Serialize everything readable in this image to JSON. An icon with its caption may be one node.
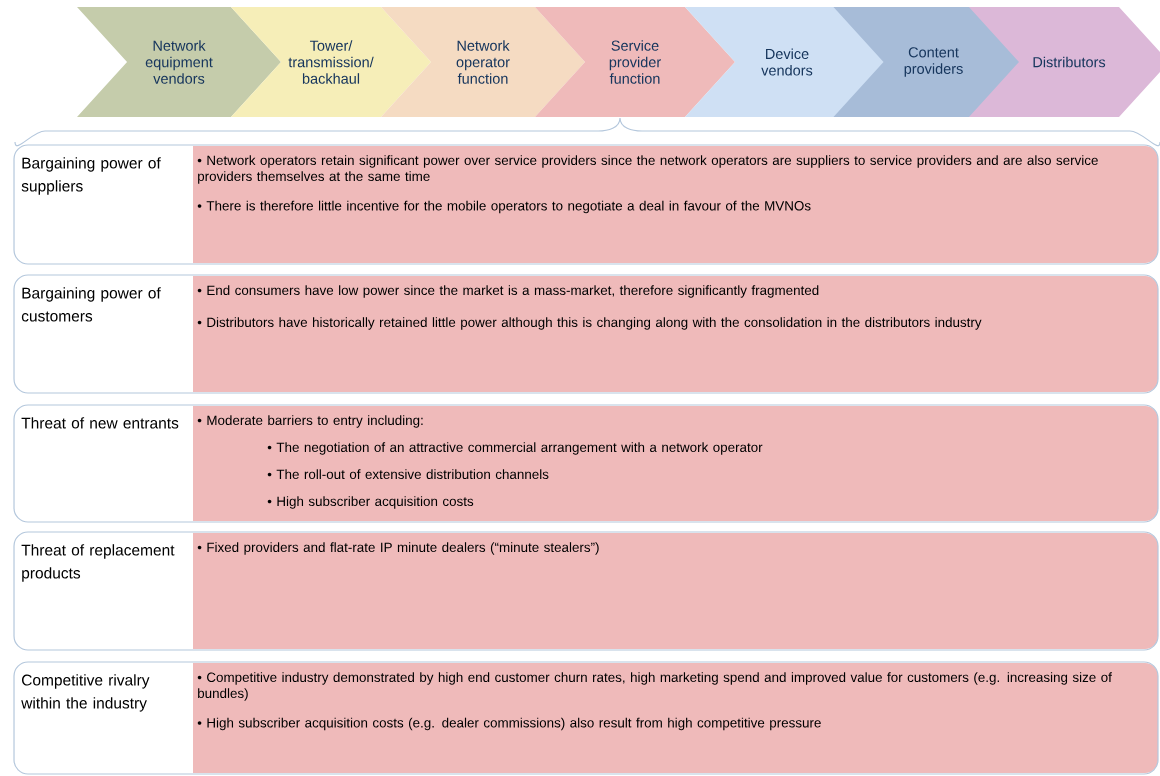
{
  "diagram": {
    "nodes": [
      {
        "text": [
          "Network equipment vendors"
        ]
      },
      {
        "text": [
          "Tower/ transmission/ backhaul"
        ]
      },
      {
        "text": [
          "Network operator function"
        ]
      },
      {
        "text": [
          "Service provider function"
        ]
      },
      {
        "text": [
          "Device vendors"
        ]
      },
      {
        "text": [
          "Content providers"
        ]
      },
      {
        "text": [
          "Distributors"
        ]
      },
      {
        "text": [
          "Bargaining power of suppliers"
        ]
      },
      {
        "text": [
          "• Network operators retain significant power over service providers since the network operators are suppliers to service providers and are also service providers themselves at the same time",
          "• There is therefore little incentive for the mobile operators to negotiate a deal in favour of the MVNOs"
        ],
        "in": 7
      },
      {
        "text": [
          "Bargaining power of customers"
        ]
      },
      {
        "text": [
          "• End consumers have low power since the market is a mass-market, therefore significantly fragmented",
          "• Distributors have historically retained little power although this is changing along with the consolidation in the distributors industry"
        ],
        "in": 9
      },
      {
        "text": [
          "Threat of new entrants"
        ]
      },
      {
        "text": [
          "• Moderate barriers to entry including:",
          "• The negotiation of an attractive commercial arrangement with a network operator",
          "• The roll-out of extensive distribution channels",
          "• High subscriber acquisition costs"
        ],
        "in": 11
      },
      {
        "text": [
          "Threat of replacement products"
        ]
      },
      {
        "text": [
          "• Fixed providers and flat-rate IP minute dealers (“minute stealers”)"
        ],
        "in": 13
      },
      {
        "text": [
          "Competitive rivalry within the industry"
        ]
      },
      {
        "text": [
          "• Competitive industry demonstrated by high end customer churn rates, high marketing spend and improved value for customers (e.g. increasing size of bundles)",
          "• High subscriber acquisition costs (e.g. dealer commissions) also result from high competitive pressure"
        ],
        "in": 15
      }
    ]
  }
}
